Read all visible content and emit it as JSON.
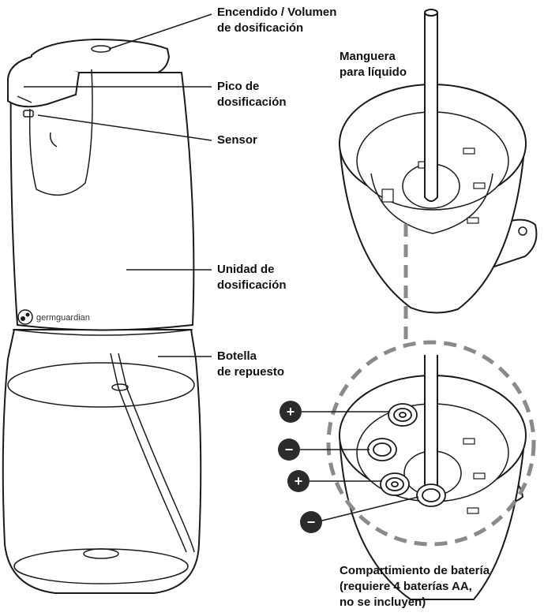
{
  "labels": {
    "power": [
      "Encendido / Volumen",
      "de dosificación"
    ],
    "spout": [
      "Pico de",
      "dosificación"
    ],
    "sensor": [
      "Sensor"
    ],
    "unit": [
      "Unidad de",
      "dosificación"
    ],
    "bottle": [
      "Botella",
      "de repuesto"
    ],
    "hose": [
      "Manguera",
      "para líquido"
    ],
    "battery": [
      "Compartimiento de batería",
      "(requiere 4 baterías AA,",
      "no se incluyen)"
    ]
  },
  "brand": {
    "logo_text": "germguardian"
  },
  "polarity": [
    "+",
    "−",
    "+",
    "−"
  ],
  "colors": {
    "line": "#1a1a1a",
    "fill": "#ffffff",
    "dash": "#8a8a8a",
    "badge": "#2b2b2b"
  }
}
